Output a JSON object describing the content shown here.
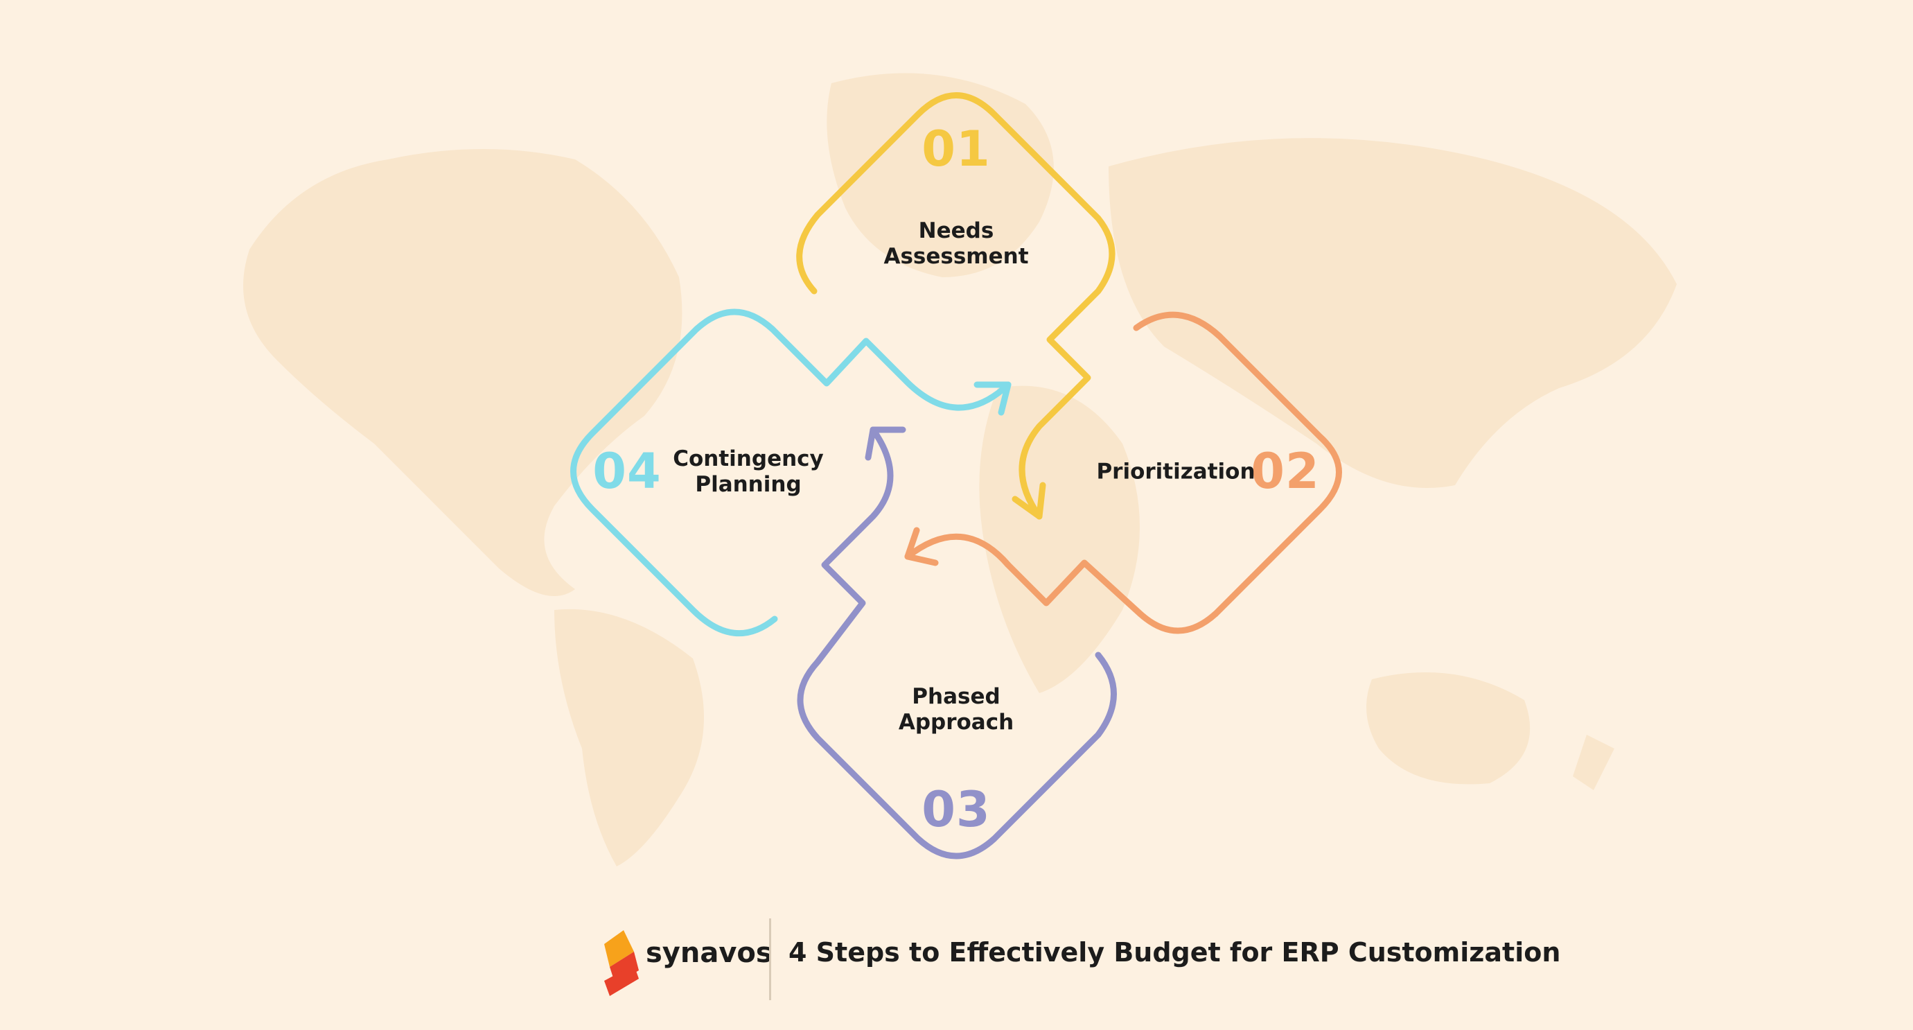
{
  "steps": [
    {
      "number": "01",
      "label_lines": [
        "Needs",
        "Assessment"
      ],
      "color": "#f5c842"
    },
    {
      "number": "02",
      "label_lines": [
        "Prioritization"
      ],
      "color": "#f3a06b"
    },
    {
      "number": "03",
      "label_lines": [
        "Phased",
        "Approach"
      ],
      "color": "#9191c9"
    },
    {
      "number": "04",
      "label_lines": [
        "Contingency",
        "Planning"
      ],
      "color": "#80dbe8"
    }
  ],
  "footer": {
    "brand": "synavos",
    "title": "4 Steps to Effectively Budget for ERP Customization"
  },
  "colors": {
    "background": "#fdf1e1",
    "map": "#f9e6cc",
    "logo_red": "#e8402a",
    "logo_orange": "#f7a21b"
  }
}
